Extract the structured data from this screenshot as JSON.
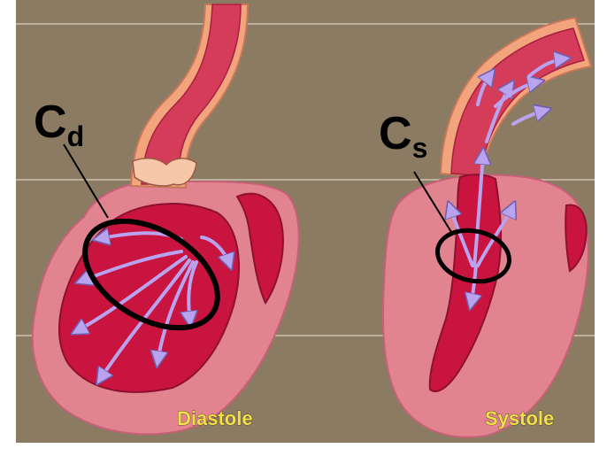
{
  "colors": {
    "panel_background": "#8b7b62",
    "heart_outer": "#e1848f",
    "myocardium": "#d43c5a",
    "blood_chamber": "#c8143e",
    "vessel_wall": "#f2a47c",
    "flow_arrows": "#b9a3ee",
    "annotation": "#000000",
    "caption_text": "#f4e04a"
  },
  "labels": {
    "diastole_compliance": {
      "base": "C",
      "subscript": "d"
    },
    "systole_compliance": {
      "base": "C",
      "subscript": "s"
    }
  },
  "captions": {
    "left": "Diastole",
    "right": "Systole"
  },
  "panels": [
    {
      "phase": "diastole",
      "flow_direction": "into ventricle"
    },
    {
      "phase": "systole",
      "flow_direction": "out to aorta"
    }
  ]
}
